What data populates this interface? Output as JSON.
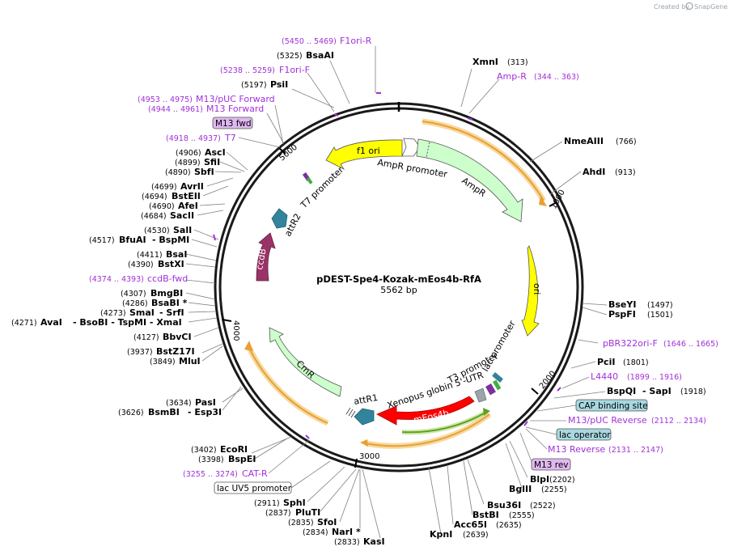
{
  "credit": {
    "prefix": "Created by",
    "brand": "SnapGene"
  },
  "plasmid": {
    "name": "pDEST-Spe4-Kozak-mEos4b-RfA",
    "length_label": "5562 bp"
  },
  "ticks": [
    "1000",
    "2000",
    "3000",
    "4000",
    "5000"
  ],
  "enzymes": [
    {
      "name": "BsaAI",
      "pos": "(5325)"
    },
    {
      "name": "PsiI",
      "pos": "(5197)"
    },
    {
      "name": "XmnI",
      "pos": "(313)"
    },
    {
      "name": "NmeAIII",
      "pos": "(766)"
    },
    {
      "name": "AhdI",
      "pos": "(913)"
    },
    {
      "name": "BseYI",
      "pos": "(1497)"
    },
    {
      "name": "PspFI",
      "pos": "(1501)"
    },
    {
      "name": "PciI",
      "pos": "(1801)"
    },
    {
      "name": "BspQI",
      "pos": "(1918)",
      "extra": "- SapI"
    },
    {
      "name": "BlpI",
      "pos": "(2202)"
    },
    {
      "name": "BglII",
      "pos": "(2255)"
    },
    {
      "name": "Bsu36I",
      "pos": "(2522)"
    },
    {
      "name": "BstBI",
      "pos": "(2555)"
    },
    {
      "name": "Acc65I",
      "pos": "(2635)"
    },
    {
      "name": "KpnI",
      "pos": "(2639)"
    },
    {
      "name": "SphI",
      "pos": "(2911)"
    },
    {
      "name": "PluTI",
      "pos": "(2837)"
    },
    {
      "name": "SfoI",
      "pos": "(2835)"
    },
    {
      "name": "NarI *",
      "pos": "(2834)"
    },
    {
      "name": "KasI",
      "pos": "(2833)"
    },
    {
      "name": "EcoRI",
      "pos": "(3402)"
    },
    {
      "name": "BspEI",
      "pos": "(3398)"
    },
    {
      "name": "PasI",
      "pos": "(3634)"
    },
    {
      "name": "BsmBI",
      "pos": "(3626)",
      "extra": "- Esp3I"
    },
    {
      "name": "BstZ17I",
      "pos": "(3937)"
    },
    {
      "name": "MluI",
      "pos": "(3849)"
    },
    {
      "name": "BbvCI",
      "pos": "(4127)"
    },
    {
      "name": "AvaI",
      "pos": "(4271)",
      "extra": "- BsoBI    - TspMI    - XmaI"
    },
    {
      "name": "SmaI",
      "pos": "(4273)",
      "extra": "- SrfI"
    },
    {
      "name": "BsaBI *",
      "pos": "(4286)"
    },
    {
      "name": "BmgBI",
      "pos": "(4307)"
    },
    {
      "name": "BstXI",
      "pos": "(4390)"
    },
    {
      "name": "BsaI",
      "pos": "(4411)"
    },
    {
      "name": "BfuAI",
      "pos": "(4517)",
      "extra": "- BspMI"
    },
    {
      "name": "SalI",
      "pos": "(4530)"
    },
    {
      "name": "SacII",
      "pos": "(4684)"
    },
    {
      "name": "AfeI",
      "pos": "(4690)"
    },
    {
      "name": "BstEII",
      "pos": "(4694)"
    },
    {
      "name": "AvrII",
      "pos": "(4699)"
    },
    {
      "name": "SbfI",
      "pos": "(4890)"
    },
    {
      "name": "SfiI",
      "pos": "(4899)"
    },
    {
      "name": "AscI",
      "pos": "(4906)"
    }
  ],
  "primers": [
    {
      "name": "F1ori-R",
      "range": "(5450 .. 5469)"
    },
    {
      "name": "F1ori-F",
      "range": "(5238 .. 5259)"
    },
    {
      "name": "M13/pUC Forward",
      "range": "(4953 .. 4975)"
    },
    {
      "name": "M13 Forward",
      "range": "(4944 .. 4961)"
    },
    {
      "name": "T7",
      "range": "(4918 .. 4937)"
    },
    {
      "name": "Amp-R",
      "range": "(344 .. 363)"
    },
    {
      "name": "pBR322ori-F",
      "range": "(1646 .. 1665)"
    },
    {
      "name": "L4440",
      "range": "(1899 .. 1916)"
    },
    {
      "name": "M13/pUC Reverse",
      "range": "(2112 .. 2134)"
    },
    {
      "name": "M13 Reverse",
      "range": "(2131 .. 2147)"
    },
    {
      "name": "ccdB-fwd",
      "range": "(4374 .. 4393)"
    },
    {
      "name": "CAT-R",
      "range": "(3255 .. 3274)"
    }
  ],
  "boxes": [
    "M13 fwd",
    "CAP binding site",
    "lac operator",
    "M13 rev",
    "lac UV5 promoter"
  ],
  "features": {
    "f1ori": "f1 ori",
    "ampr_promoter": "AmpR promoter",
    "ampr": "AmpR",
    "ori": "ori",
    "t7_promoter": "T7 promoter",
    "attr2": "attR2",
    "ccdb": "ccdB",
    "cmr": "CmR",
    "attr1": "attR1",
    "xenopus": "Xenopus globin 5'-UTR",
    "meos4b": "mEos4b",
    "t3_promoter": "T3 promoter",
    "lac_promoter": "lac promoter"
  },
  "colors": {
    "backbone": "#1a1a1a",
    "f1ori": "#ffff00",
    "ori": "#ffff00",
    "ampr": "#ccffcc",
    "cmr": "#ccffcc",
    "ccdb": "#993366",
    "attr": "#31849b",
    "meos4b": "#ff0000",
    "primer": "#a030d8",
    "orf": "#e8a030",
    "box_cap": "#a8d8e0",
    "box_m13": "#e0b8f0"
  }
}
